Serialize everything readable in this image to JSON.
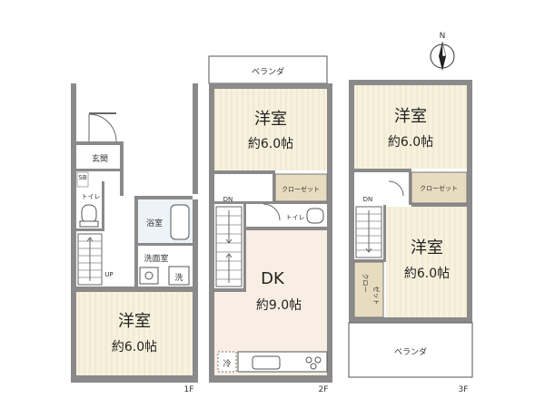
{
  "north": {
    "label": "N"
  },
  "floor1": {
    "floor_label": "1F",
    "genkan": "玄関",
    "sb": "SB",
    "toilet": "トイレ",
    "bath": "浴室",
    "washroom": "洗面室",
    "washer": "洗",
    "up": "UP",
    "room_name": "洋室",
    "room_size": "約6.0帖"
  },
  "floor2": {
    "floor_label": "2F",
    "balcony": "ベランダ",
    "room_name": "洋室",
    "room_size": "約6.0帖",
    "closet": "クローゼット",
    "toilet": "トイレ",
    "dn": "DN",
    "up": "UP",
    "dk_name": "DK",
    "dk_size": "約9.0帖",
    "fridge": "冷"
  },
  "floor3": {
    "floor_label": "3F",
    "room1_name": "洋室",
    "room1_size": "約6.0帖",
    "closet": "クローゼット",
    "dn": "DN",
    "room2_name": "洋室",
    "room2_size": "約6.0帖",
    "closet_v1": "クロー",
    "closet_v2": "ゼット",
    "balcony": "ベランダ"
  }
}
